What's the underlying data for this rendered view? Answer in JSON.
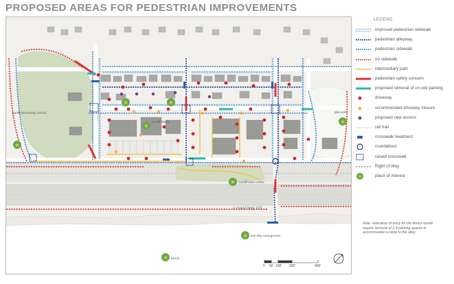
{
  "title": "PROPOSED AREAS FOR PEDESTRIAN IMPROVEMENTS",
  "legend": {
    "heading": "LEGEND",
    "items": [
      {
        "key": "improved-sidewalk",
        "label": "improved pedestrian sidewalk",
        "color": "#7eb6de",
        "symbol": "dotted-double-line"
      },
      {
        "key": "alleyway",
        "label": "pedestrian alleyway",
        "color": "#1e3f8a",
        "symbol": "dotted-line"
      },
      {
        "key": "sidewalk",
        "label": "pedestrian sidewalk",
        "color": "#3d7fc4",
        "symbol": "dotted-line"
      },
      {
        "key": "no-sidewalk",
        "label": "no sidewalk",
        "color": "#d23a2f",
        "symbol": "dotted-line"
      },
      {
        "key": "intermediary-path",
        "label": "intermediary path",
        "color": "#f2c14b",
        "symbol": "line"
      },
      {
        "key": "safety-concern",
        "label": "pedestrian safety concern",
        "color": "#e0312e",
        "symbol": "thick-line"
      },
      {
        "key": "parking-removal",
        "label": "proposed removal of on-site parking",
        "color": "#2bb5b0",
        "symbol": "thick-line"
      },
      {
        "key": "driveway",
        "label": "driveway",
        "color": "#c8272d",
        "symbol": "dot"
      },
      {
        "key": "driveway-closure",
        "label": "recommended driveway closure",
        "color": "#f4b43e",
        "symbol": "dot"
      },
      {
        "key": "new-access",
        "label": "proposed new access",
        "color": "#6b3f8e",
        "symbol": "dot"
      },
      {
        "key": "rail-trail",
        "label": "rail trail",
        "color": "#bdbdbd",
        "symbol": "dashed-line"
      },
      {
        "key": "crosswalk",
        "label": "crosswalk treatment",
        "color": "#2f5fa8",
        "symbol": "bar"
      },
      {
        "key": "roundabout",
        "label": "roundabout",
        "color": "#1e3f8a",
        "symbol": "circle"
      },
      {
        "key": "raised-crosswalk",
        "label": "raised crosswalk",
        "color": "#1e3f8a",
        "symbol": "dotted-box"
      },
      {
        "key": "right-of-way",
        "label": "Right of Way",
        "color": "#666666",
        "symbol": "dashed-line"
      },
      {
        "key": "place-of-interest",
        "label": "place of interest",
        "color": "#6aa84f",
        "symbol": "star-circle"
      }
    ]
  },
  "note": "Note: relocation of entry for the library would require removal of 2-4 parking spaces to accommodate a ramp to the alley.",
  "map_labels": {
    "road": "s coast hwy 101",
    "school": "cardiff elementary school",
    "park_east": "glen park",
    "park_mid": "Cardiff town center",
    "library": "cardiff library",
    "campground": "san elijo campground",
    "beach": "beach"
  },
  "scale": {
    "ticks": [
      "0",
      "50",
      "100'",
      "200'",
      "400'"
    ]
  }
}
